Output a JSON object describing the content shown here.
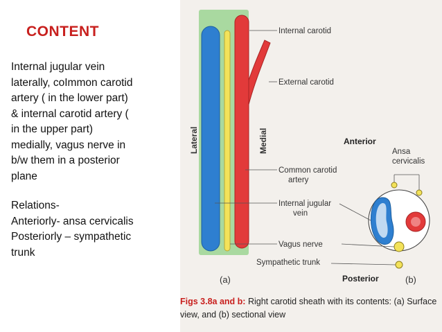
{
  "heading": "CONTENT",
  "content_lines": [
    "Internal jugular vein",
    "laterally, coImmon carotid",
    "artery ( in the lower part)",
    "& internal carotid artery (",
    "in the upper part)",
    "medially, vagus nerve in",
    "b/w them in a posterior",
    "plane"
  ],
  "relations": {
    "heading": "Relations-",
    "anterior": "Anteriorly- ansa cervicalis",
    "posterior_line1": "Posteriorly – sympathetic",
    "posterior_line2": "trunk"
  },
  "figure": {
    "labels": {
      "internal_carotid": "Internal carotid",
      "external_carotid": "External carotid",
      "lateral": "Lateral",
      "medial": "Medial",
      "common_carotid_1": "Common carotid",
      "common_carotid_2": "artery",
      "internal_jugular_1": "Internal jugular",
      "internal_jugular_2": "vein",
      "vagus_nerve": "Vagus nerve",
      "sympathetic_trunk": "Sympathetic trunk",
      "anterior": "Anterior",
      "posterior": "Posterior",
      "ansa_1": "Ansa",
      "ansa_2": "cervicalis",
      "panel_a": "(a)",
      "panel_b": "(b)"
    },
    "caption_fig": "Figs 3.8a and b:",
    "caption_text": " Right carotid sheath with its contents: (a) Surface view, and (b) sectional view",
    "colors": {
      "vein": "#2e7fd0",
      "artery": "#e23a3a",
      "nerve": "#f3e25a",
      "sheath": "#a9d9a0"
    }
  }
}
